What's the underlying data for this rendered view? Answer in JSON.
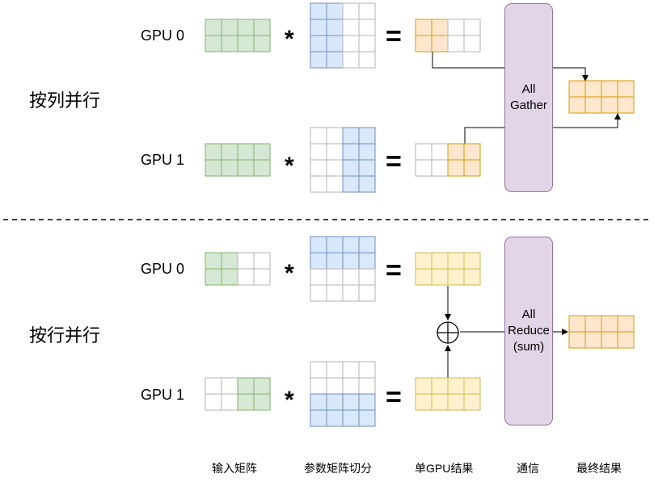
{
  "section_row_parallel": "按列并行",
  "section_col_parallel": "按行并行",
  "gpu0_label": "GPU 0",
  "gpu1_label": "GPU 1",
  "multiply_symbol": "*",
  "equals_symbol": "=",
  "all_gather": {
    "line1": "All",
    "line2": "Gather"
  },
  "all_reduce": {
    "line1": "All",
    "line2": "Reduce",
    "line3": "(sum)"
  },
  "sum_symbol": "⊕",
  "footer": {
    "input_matrix": "输入矩阵",
    "param_split": "参数矩阵切分",
    "single_gpu_result": "单GPU结果",
    "communication": "通信",
    "final_result": "最终结果"
  },
  "colors": {
    "green_fill": "#d5e8d4",
    "green_stroke": "#82b366",
    "blue_fill": "#dae8fc",
    "blue_stroke": "#6c8ebf",
    "orange_fill": "#ffe6cc",
    "orange_stroke": "#d79b00",
    "light_orange_fill": "#fff2cc",
    "light_orange_stroke": "#d6b656",
    "empty_fill": "#ffffff",
    "empty_stroke": "#b3b3b3",
    "comm_fill": "#e1d5e7",
    "comm_stroke": "#9673a6"
  }
}
